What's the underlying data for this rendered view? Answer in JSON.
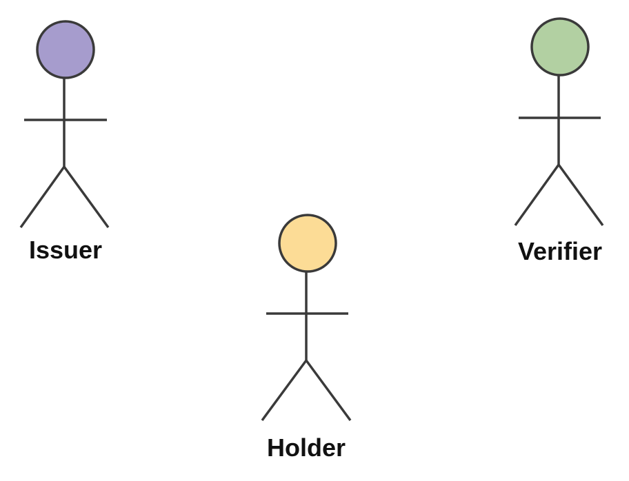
{
  "actors": [
    {
      "label": "Issuer",
      "head_color": "#a69ccd",
      "icon": "stick-figure-icon"
    },
    {
      "label": "Holder",
      "head_color": "#fcdc96",
      "icon": "stick-figure-icon"
    },
    {
      "label": "Verifier",
      "head_color": "#b2d0a2",
      "icon": "stick-figure-icon"
    }
  ],
  "colors": {
    "stroke": "#3a3a3a",
    "label": "#111111",
    "background": "#ffffff"
  }
}
